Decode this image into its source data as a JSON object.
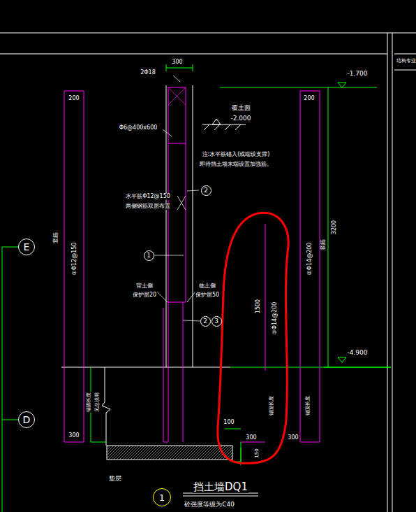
{
  "diagram": {
    "title": "挡土墙DQ1",
    "caption": "砼强度等级为C40",
    "nodes": [
      {
        "text": [
          "2"
        ]
      },
      {
        "text": [
          "1"
        ]
      },
      {
        "text": [
          "2"
        ]
      },
      {
        "text": [
          "3"
        ]
      },
      {
        "text": [
          "E"
        ]
      },
      {
        "text": [
          "D"
        ]
      },
      {
        "text": [
          "1"
        ]
      }
    ],
    "labels": [
      "300",
      "2Φ18",
      "-1.700",
      "覆土面",
      "-2.000",
      "Φ6@400x600",
      "注:水平筋锚入(或端设支撑)",
      "即待挡土墙末端设置加强筋。",
      "水平筋Φ12@150",
      "两侧钢筋双层布置",
      "背土侧",
      "保护层20",
      "临土侧",
      "保护层50",
      "200",
      "竖筋",
      "①Φ12@150",
      "锚固长度",
      "见总说明",
      "300",
      "200",
      "竖筋",
      "②Φ14@200",
      "3200",
      "-4.900",
      "1500",
      "③Φ14@200",
      "锚固长度",
      "锚固长度",
      "100",
      "300",
      "300",
      "150",
      "垫层",
      "结构专业"
    ]
  }
}
